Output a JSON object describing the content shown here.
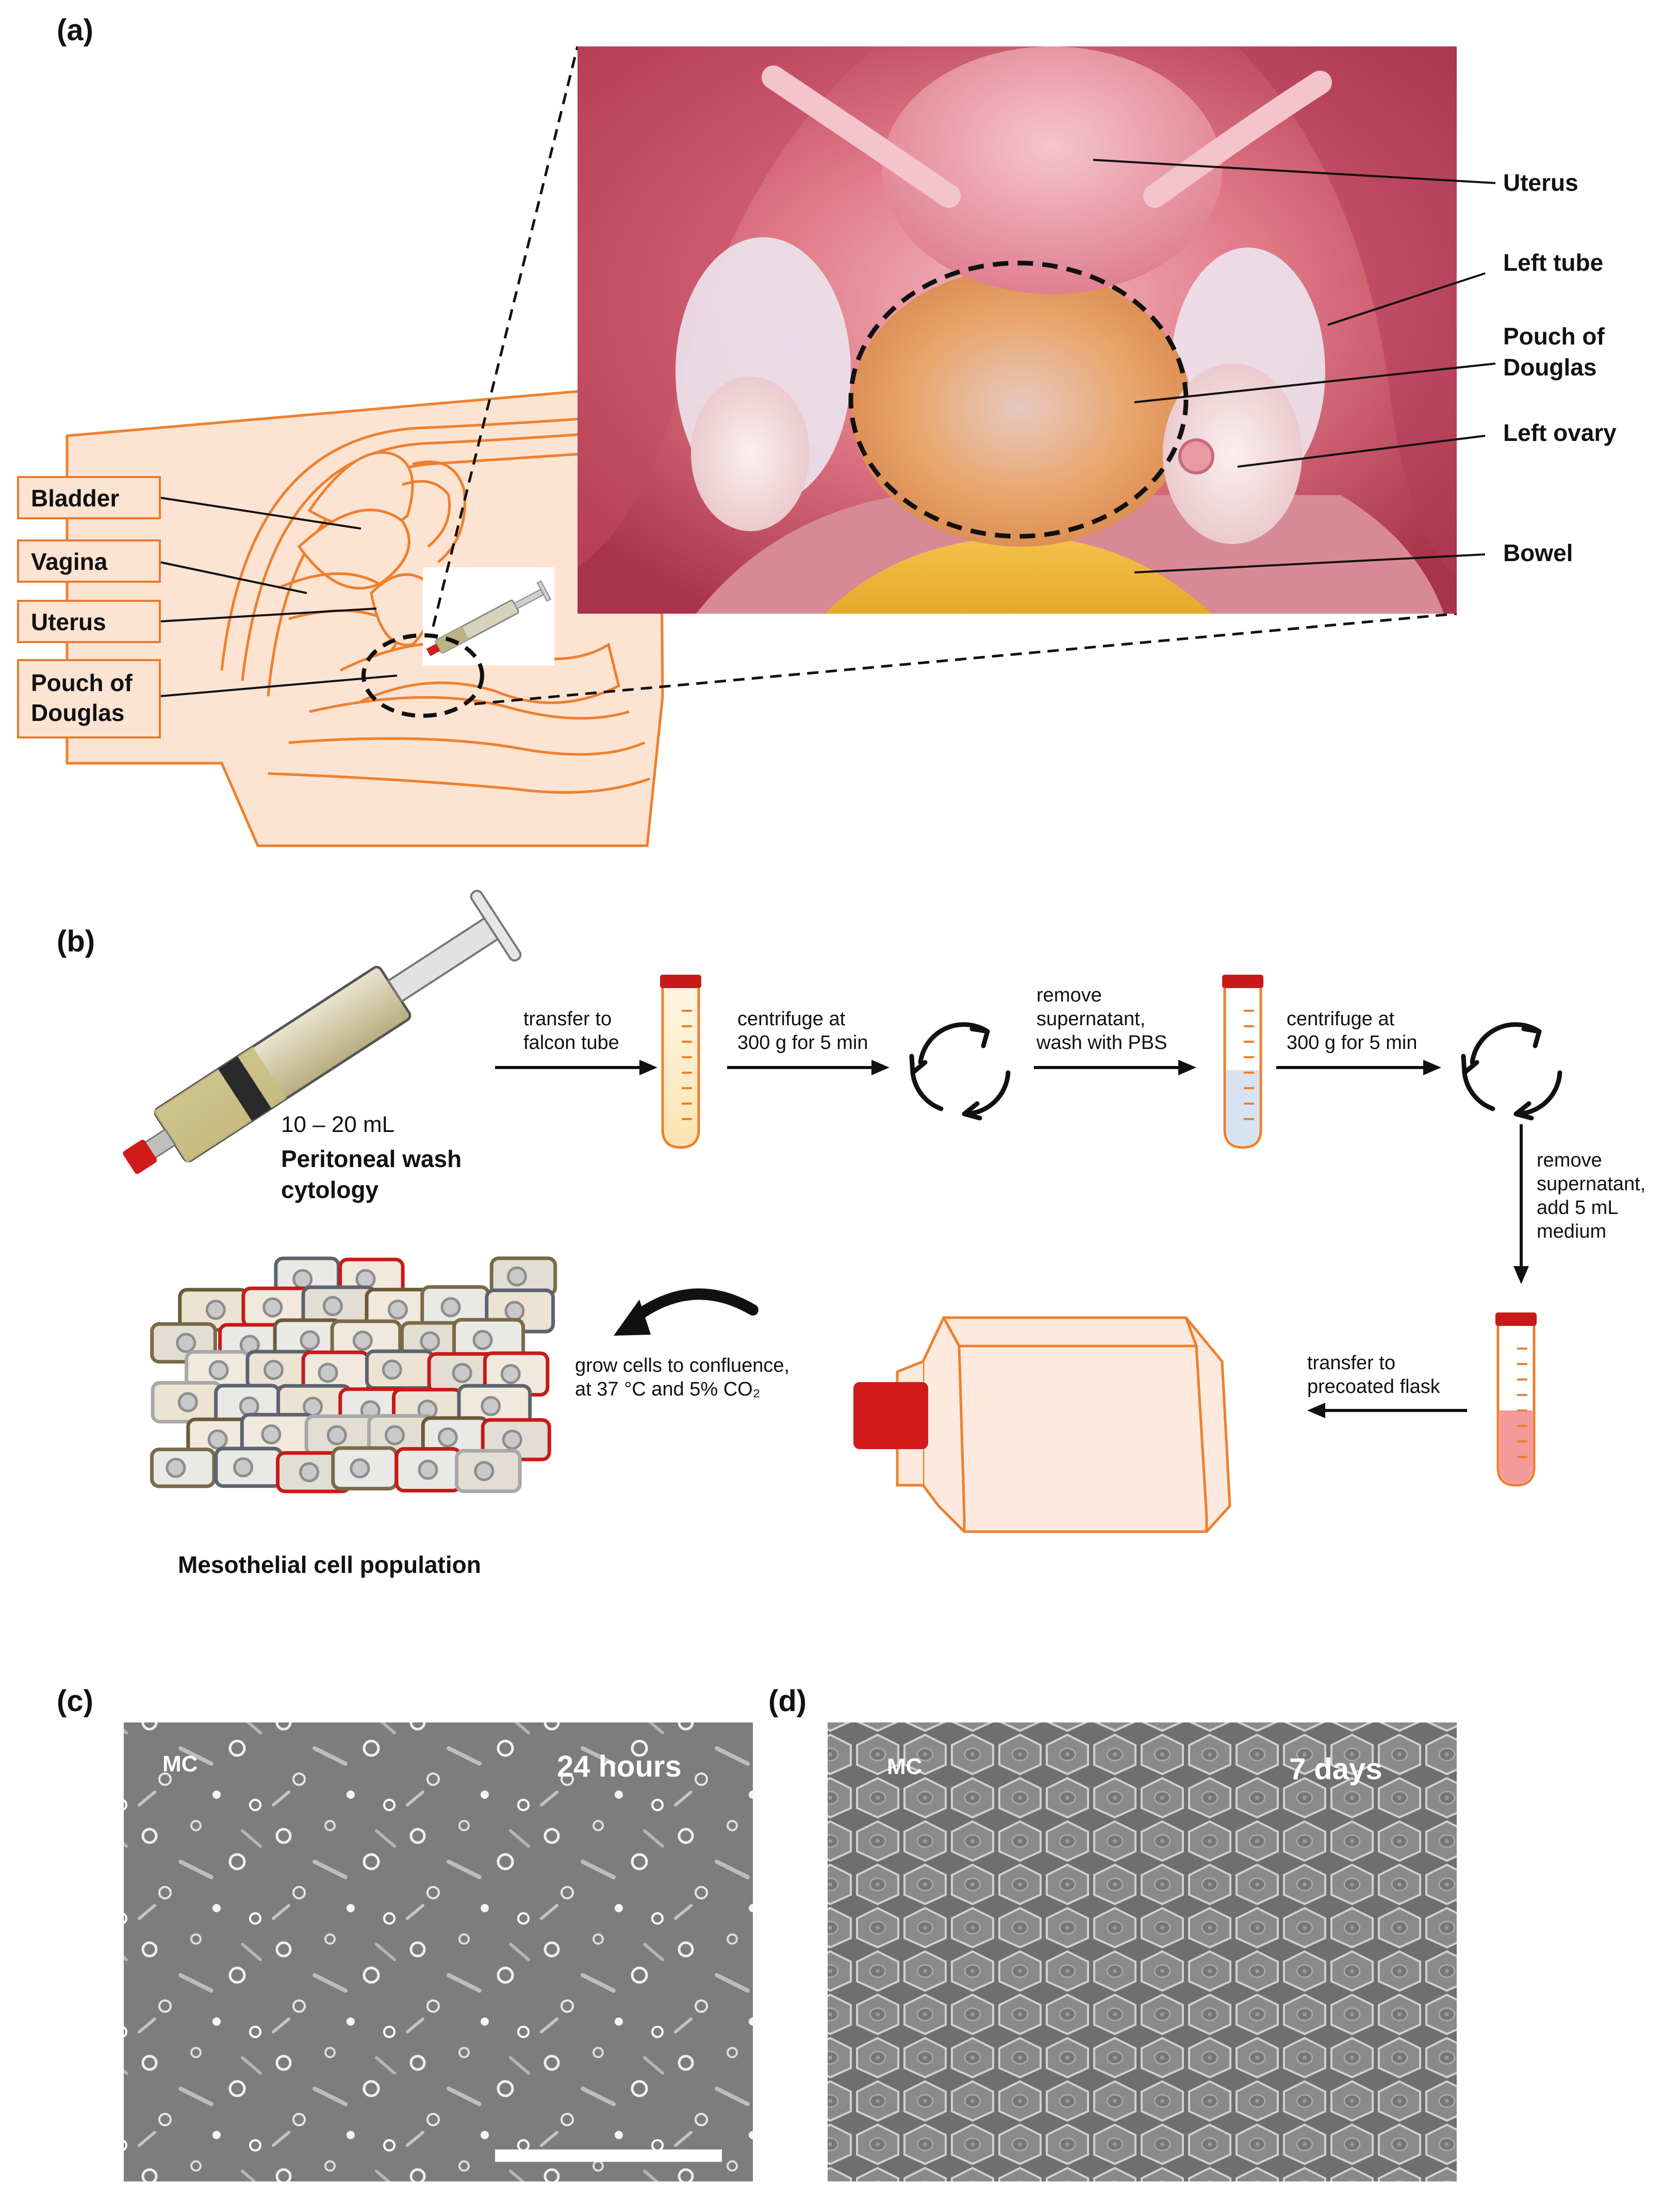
{
  "panels": {
    "a": "(a)",
    "b": "(b)",
    "c": "(c)",
    "d": "(d)"
  },
  "panel_a": {
    "sagittal_labels": [
      "Bladder",
      "Vagina",
      "Uterus",
      "Pouch of\nDouglas"
    ],
    "photo_labels": [
      "Uterus",
      "Left tube",
      "Pouch of\nDouglas",
      "Left ovary",
      "Bowel"
    ]
  },
  "panel_b": {
    "syringe_volume": "10 – 20 mL",
    "syringe_caption": "Peritoneal wash\ncytology",
    "step1": "transfer to\nfalcon tube",
    "step2": "centrifuge at\n300 g for 5 min",
    "step3": "remove\nsupernatant,\nwash with PBS",
    "step4": "centrifuge at\n300 g for 5 min",
    "step5": "remove\nsupernatant,\nadd 5 mL\nmedium",
    "step6": "transfer to\nprecoated flask",
    "step7": "grow cells to confluence,\nat 37 °C and 5% CO₂",
    "population_caption": "Mesothelial cell population"
  },
  "panel_c": {
    "tag": "MC",
    "time": "24 hours"
  },
  "panel_d": {
    "tag": "MC",
    "time": "7 days"
  },
  "colors": {
    "anatomy_stroke": "#ee7f2d",
    "anatomy_fill": "#fde3d2",
    "cap_red": "#d11a1a",
    "tissue_pink": "#d9667a",
    "micrograph_gray": "#7e7e7e"
  }
}
